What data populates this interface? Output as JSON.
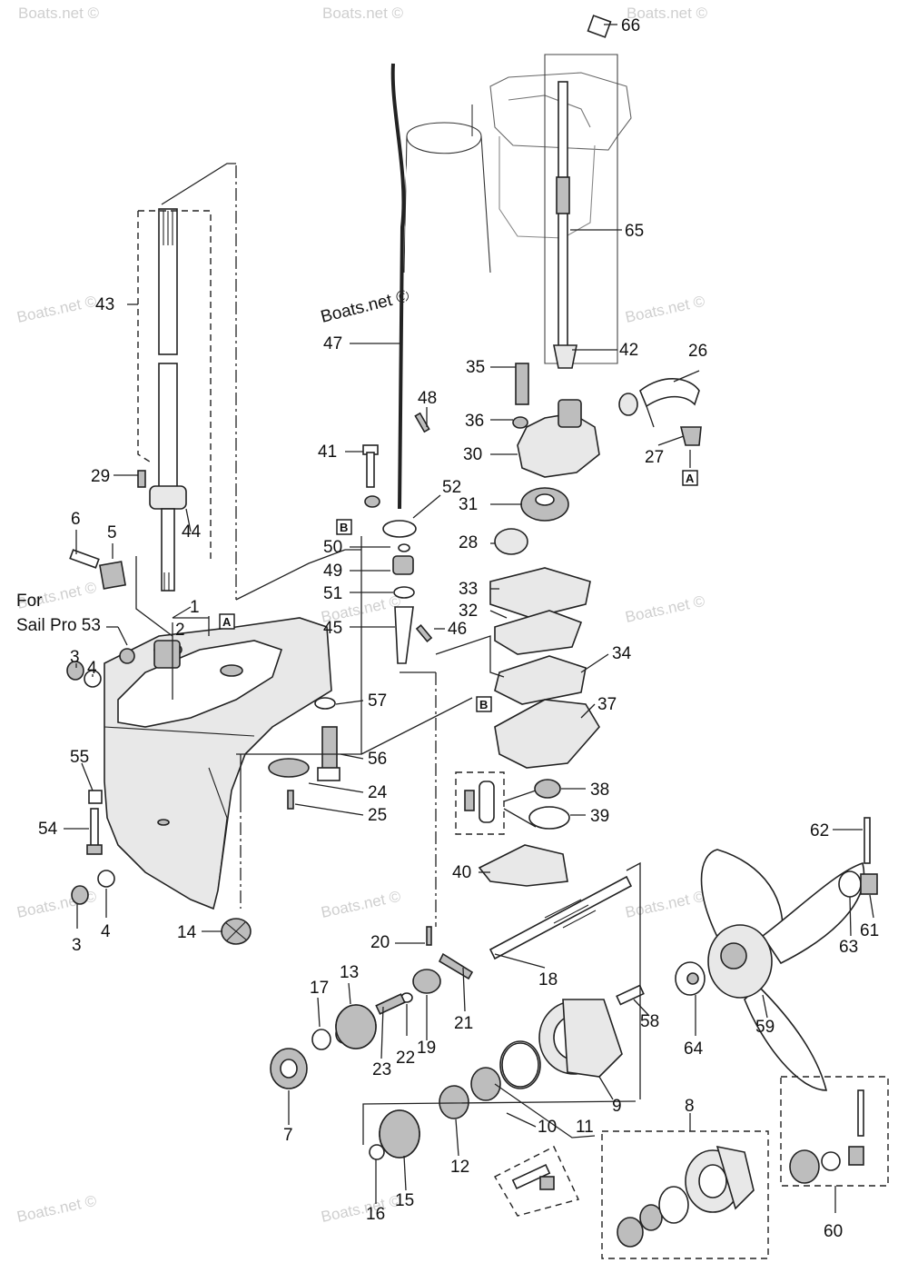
{
  "watermark": "Boats.net ©",
  "note": {
    "line1": "For",
    "line2": "Sail Pro 53"
  },
  "ref_tags": {
    "A": "A",
    "B": "B"
  },
  "callouts": [
    "1",
    "2",
    "3",
    "4",
    "5",
    "6",
    "7",
    "8",
    "9",
    "10",
    "11",
    "12",
    "13",
    "14",
    "15",
    "16",
    "17",
    "18",
    "19",
    "20",
    "21",
    "22",
    "23",
    "24",
    "25",
    "26",
    "27",
    "28",
    "29",
    "30",
    "31",
    "32",
    "33",
    "34",
    "35",
    "36",
    "37",
    "38",
    "39",
    "40",
    "41",
    "42",
    "43",
    "44",
    "45",
    "46",
    "47",
    "48",
    "49",
    "50",
    "51",
    "52",
    "53",
    "54",
    "55",
    "56",
    "57",
    "58",
    "59",
    "60",
    "61",
    "62",
    "63",
    "64",
    "65",
    "66"
  ]
}
